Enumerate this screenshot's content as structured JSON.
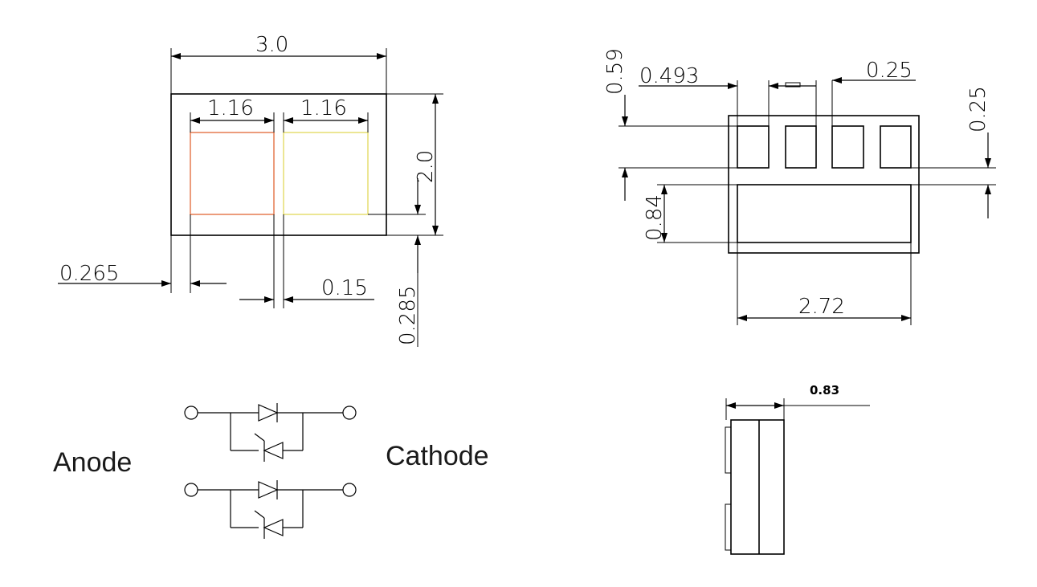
{
  "colors": {
    "line": "#000000",
    "pad_left": "#e8845c",
    "pad_right": "#e8e07a"
  },
  "top_view": {
    "width": "3.0",
    "height": "2.0",
    "pad_left_width": "1.16",
    "pad_right_width": "1.16",
    "left_margin": "0.265",
    "pad_gap": "0.15",
    "bottom_margin": "0.285"
  },
  "bottom_view": {
    "pad_row_height": "0.59",
    "pad_pitch": "0.493",
    "pad_width": "0.25",
    "row_gap": "0.25",
    "large_pad_height": "0.84",
    "large_pad_width": "2.72"
  },
  "side_view": {
    "thickness": "0.83"
  },
  "schematic": {
    "anode_label": "Anode",
    "cathode_label": "Cathode"
  }
}
